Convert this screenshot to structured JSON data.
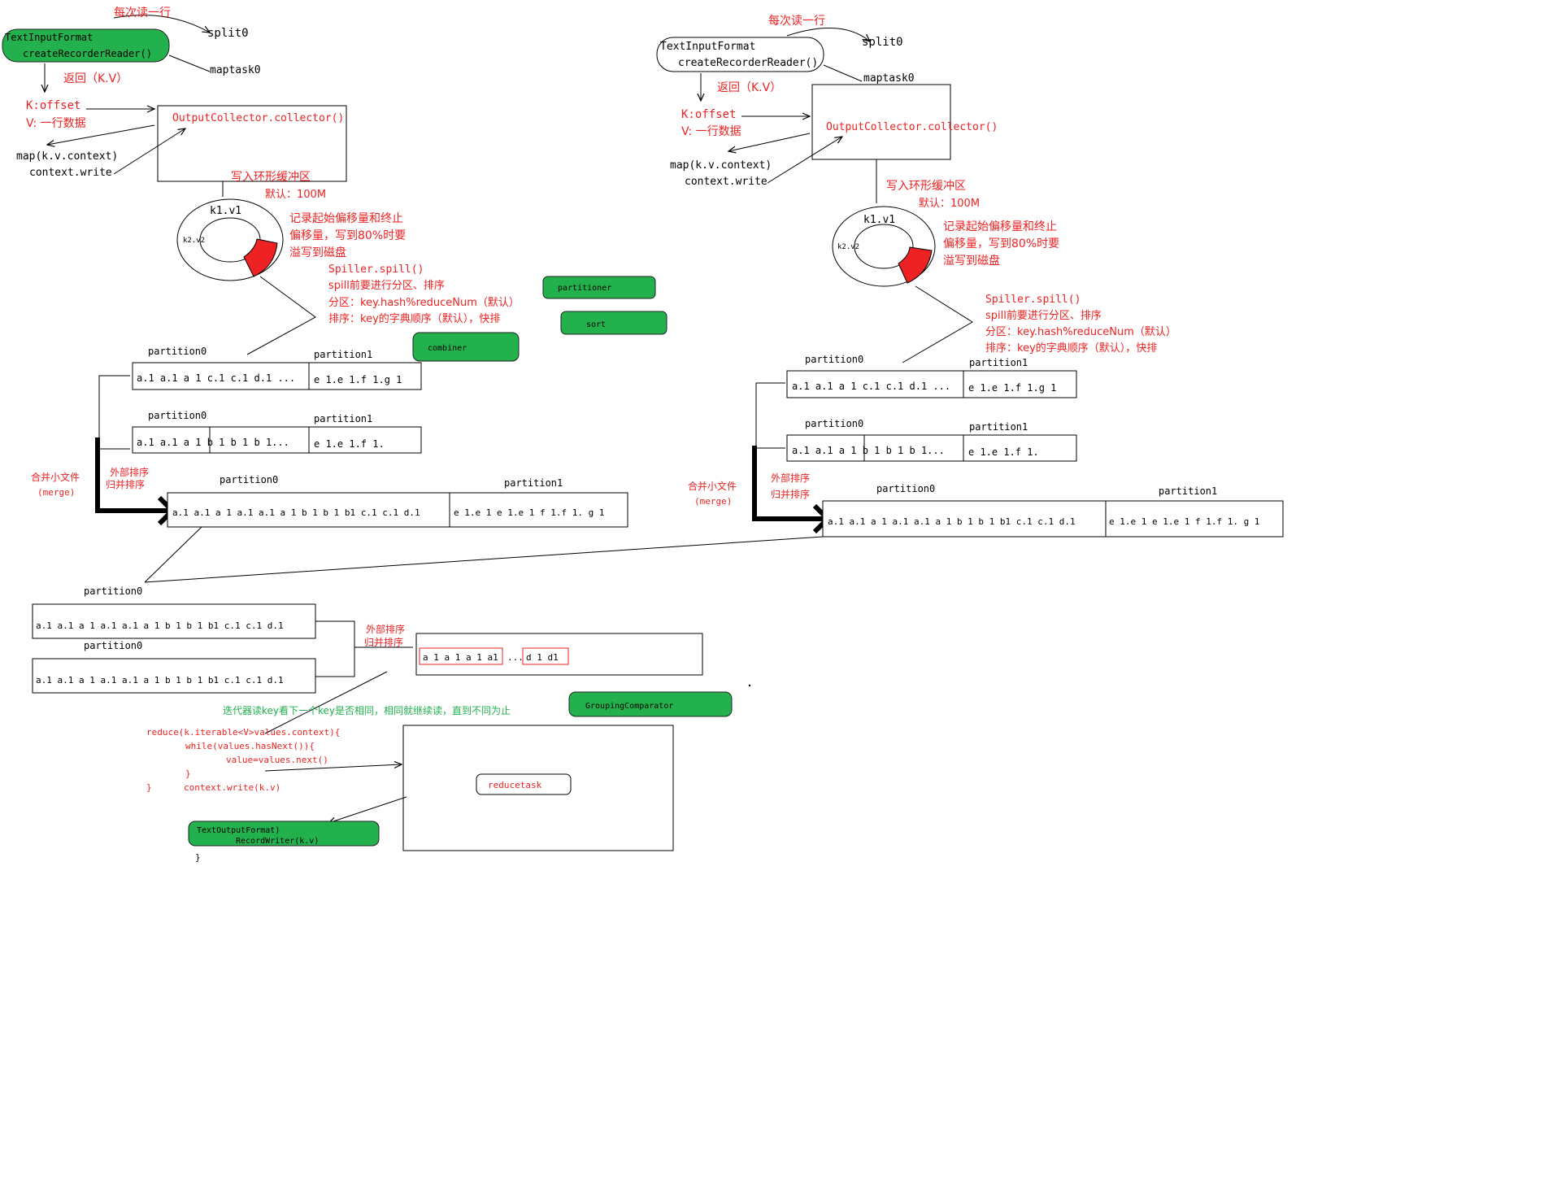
{
  "colors": {
    "red": "#ee2222",
    "green_fill": "#22b14c",
    "green_text": "#22b14c",
    "black": "#000000"
  },
  "left_map": {
    "read_line": "每次读一行",
    "split": "split0",
    "input_format_line1": "TextInputFormat",
    "input_format_line2": "createRecorderReader()",
    "maptask": "maptask0",
    "return_kv": "返回（K.V）",
    "k_offset": "K:offset",
    "v_line": "V: 一行数据",
    "map_call": "map(k.v.context)",
    "context_write": "context.write",
    "collector": "OutputCollector.collector()",
    "write_ring": "写入环形缓冲区",
    "default_size": "默认：100M",
    "ring_k1": "k1.v1",
    "ring_k2": "k2.v2",
    "record_note_1": "记录起始偏移量和终止",
    "record_note_2": "偏移量，写到80%时要",
    "record_note_3": "溢写到磁盘",
    "spill_1": "Spiller.spill()",
    "spill_2": "spill前要进行分区、排序",
    "spill_3": "分区：key.hash%reduceNum（默认）",
    "spill_4": "排序：key的字典顺序（默认），快排",
    "partitioner": "partitioner",
    "sort": "sort",
    "combiner": "combiner",
    "p0_label_a": "partition0",
    "p1_label_a": "partition1",
    "row_a_p0": "a.1 a.1 a 1 c.1 c.1 d.1 ...",
    "row_a_p1": "e 1.e 1.f 1.g 1",
    "p0_label_b": "partition0",
    "p1_label_b": "partition1",
    "row_b_p0": "a.1 a.1 a 1 b 1 b 1 b  1...",
    "row_b_p1": "e 1.e 1.f 1.",
    "merge_1": "合并小文件",
    "merge_2": "(merge)",
    "ext_sort_1": "外部排序",
    "ext_sort_2": "归并排序",
    "p0_label_m": "partition0",
    "p1_label_m": "partition1",
    "row_m_p0": "a.1 a.1 a 1 a.1 a.1 a 1 b 1 b 1 b1 c.1 c.1 d.1",
    "row_m_p1": "e 1.e 1 e 1.e 1  f 1.f 1. g 1"
  },
  "right_map": {
    "read_line": "每次读一行",
    "split": "split0",
    "input_format_line1": "TextInputFormat",
    "input_format_line2": "createRecorderReader()",
    "maptask": "maptask0",
    "return_kv": "返回（K.V）",
    "k_offset": "K:offset",
    "v_line": "V: 一行数据",
    "map_call": "map(k.v.context)",
    "context_write": "context.write",
    "collector": "OutputCollector.collector()",
    "write_ring": "写入环形缓冲区",
    "default_size": "默认：100M",
    "ring_k1": "k1.v1",
    "ring_k2": "k2.v2",
    "record_note_1": "记录起始偏移量和终止",
    "record_note_2": "偏移量，写到80%时要",
    "record_note_3": "溢写到磁盘",
    "spill_1": "Spiller.spill()",
    "spill_2": "spill前要进行分区、排序",
    "spill_3": "分区：key.hash%reduceNum（默认）",
    "spill_4": "排序：key的字典顺序（默认），快排",
    "p0_label_a": "partition0",
    "p1_label_a": "partition1",
    "row_a_p0": "a.1 a.1 a 1 c.1 c.1 d.1 ...",
    "row_a_p1": "e 1.e 1.f 1.g 1",
    "p0_label_b": "partition0",
    "p1_label_b": "partition1",
    "row_b_p0": "a.1 a.1 a 1 b 1 b 1 b  1...",
    "row_b_p1": "e 1.e 1.f 1.",
    "merge_1": "合并小文件",
    "merge_2": "(merge)",
    "ext_sort_1": "外部排序",
    "ext_sort_2": "归并排序",
    "p0_label_m": "partition0",
    "p1_label_m": "partition1",
    "row_m_p0": "a.1 a.1 a 1 a.1 a.1 a 1 b 1 b 1 b1 c.1 c.1 d.1",
    "row_m_p1": "e 1.e 1 e 1.e 1  f 1.f 1. g 1"
  },
  "reduce_side": {
    "p0_label_1": "partition0",
    "row_1": "a.1 a.1 a 1 a.1 a.1 a 1 b 1 b 1 b1 c.1 c.1 d.1",
    "p0_label_2": "partition0",
    "row_2": "a.1 a.1 a 1 a.1 a.1 a 1 b 1 b 1 b1 c.1 c.1 d.1",
    "ext_sort_1": "外部排序",
    "ext_sort_2": "归并排序",
    "merged_a": "a 1 a 1 a 1 a1",
    "merged_dots": "...",
    "merged_d": "d 1 d1",
    "iterator_note": "迭代器读key看下一个key是否相同，相同就继续读，直到不同为止",
    "grouping": "GroupingComparator",
    "code_1": "reduce(k.iterable<V>values.context){",
    "code_2": "while(values.hasNext()){",
    "code_3": "value=values.next()",
    "code_4": "}",
    "code_5": "}",
    "code_6": "context.write(k.v)",
    "reducetask": "reducetask",
    "output_format_1": "TextOutputFormat)",
    "output_format_2": "RecordWriter(k.v)",
    "closing_brace": "}"
  }
}
